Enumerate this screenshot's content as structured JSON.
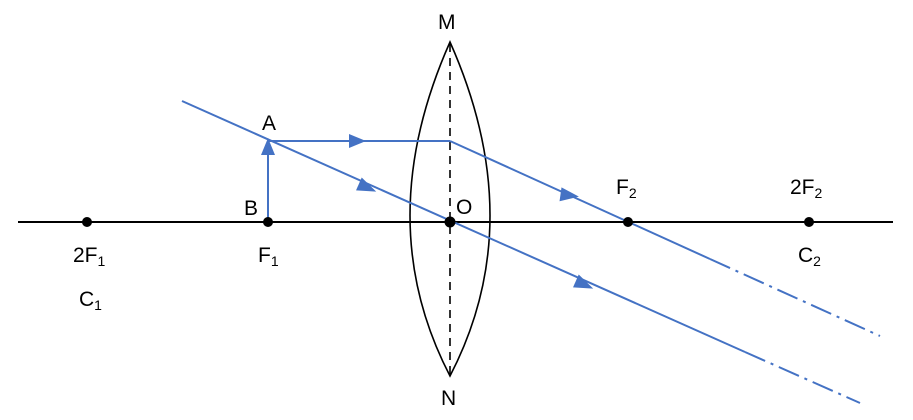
{
  "diagram": {
    "lens_top_label": "M",
    "lens_bottom_label": "N",
    "optical_centre_label": "O",
    "object_top_label": "A",
    "object_base_label": "B",
    "points": [
      {
        "id": "2f1",
        "label": "2F",
        "sub": "1"
      },
      {
        "id": "c1",
        "label": "C",
        "sub": "1"
      },
      {
        "id": "f1",
        "label": "F",
        "sub": "1"
      },
      {
        "id": "f2",
        "label": "F",
        "sub": "2"
      },
      {
        "id": "2f2",
        "label": "2F",
        "sub": "2"
      },
      {
        "id": "c2",
        "label": "C",
        "sub": "2"
      }
    ]
  },
  "colors": {
    "ray": "#4472C4",
    "axis": "#000000",
    "lens": "#000000",
    "background": "#ffffff"
  }
}
